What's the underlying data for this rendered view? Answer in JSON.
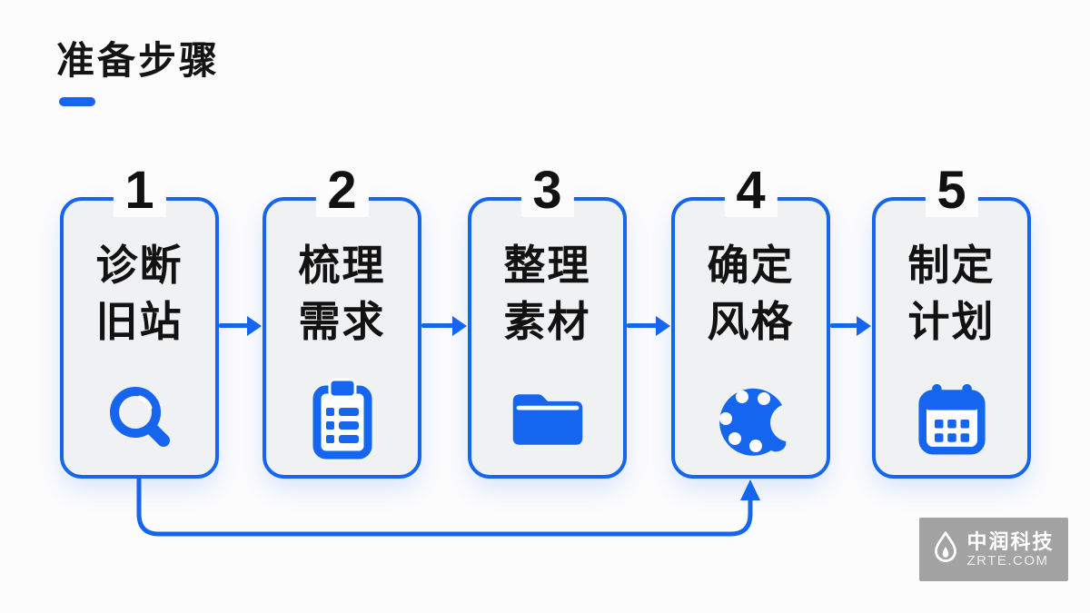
{
  "page": {
    "title": "准备步骤"
  },
  "steps": [
    {
      "number": "1",
      "line1": "诊断",
      "line2": "旧站",
      "icon": "magnifier-icon"
    },
    {
      "number": "2",
      "line1": "梳理",
      "line2": "需求",
      "icon": "clipboard-icon"
    },
    {
      "number": "3",
      "line1": "整理",
      "line2": "素材",
      "icon": "folder-icon"
    },
    {
      "number": "4",
      "line1": "确定",
      "line2": "风格",
      "icon": "palette-icon"
    },
    {
      "number": "5",
      "line1": "制定",
      "line2": "计划",
      "icon": "calendar-icon"
    }
  ],
  "flow": {
    "sequence_arrows": 4,
    "loop_arrow": {
      "from": "step-1",
      "to": "step-4"
    }
  },
  "watermark": {
    "name": "中润科技",
    "domain": "ZRTE.COM",
    "icon": "flame-drop-icon"
  },
  "colors": {
    "accent_blue": "#1565EE",
    "box_fill": "#F0F1F3",
    "page_background": "#FCFCFD",
    "text_black": "#121212",
    "watermark_gray": "#969696"
  }
}
